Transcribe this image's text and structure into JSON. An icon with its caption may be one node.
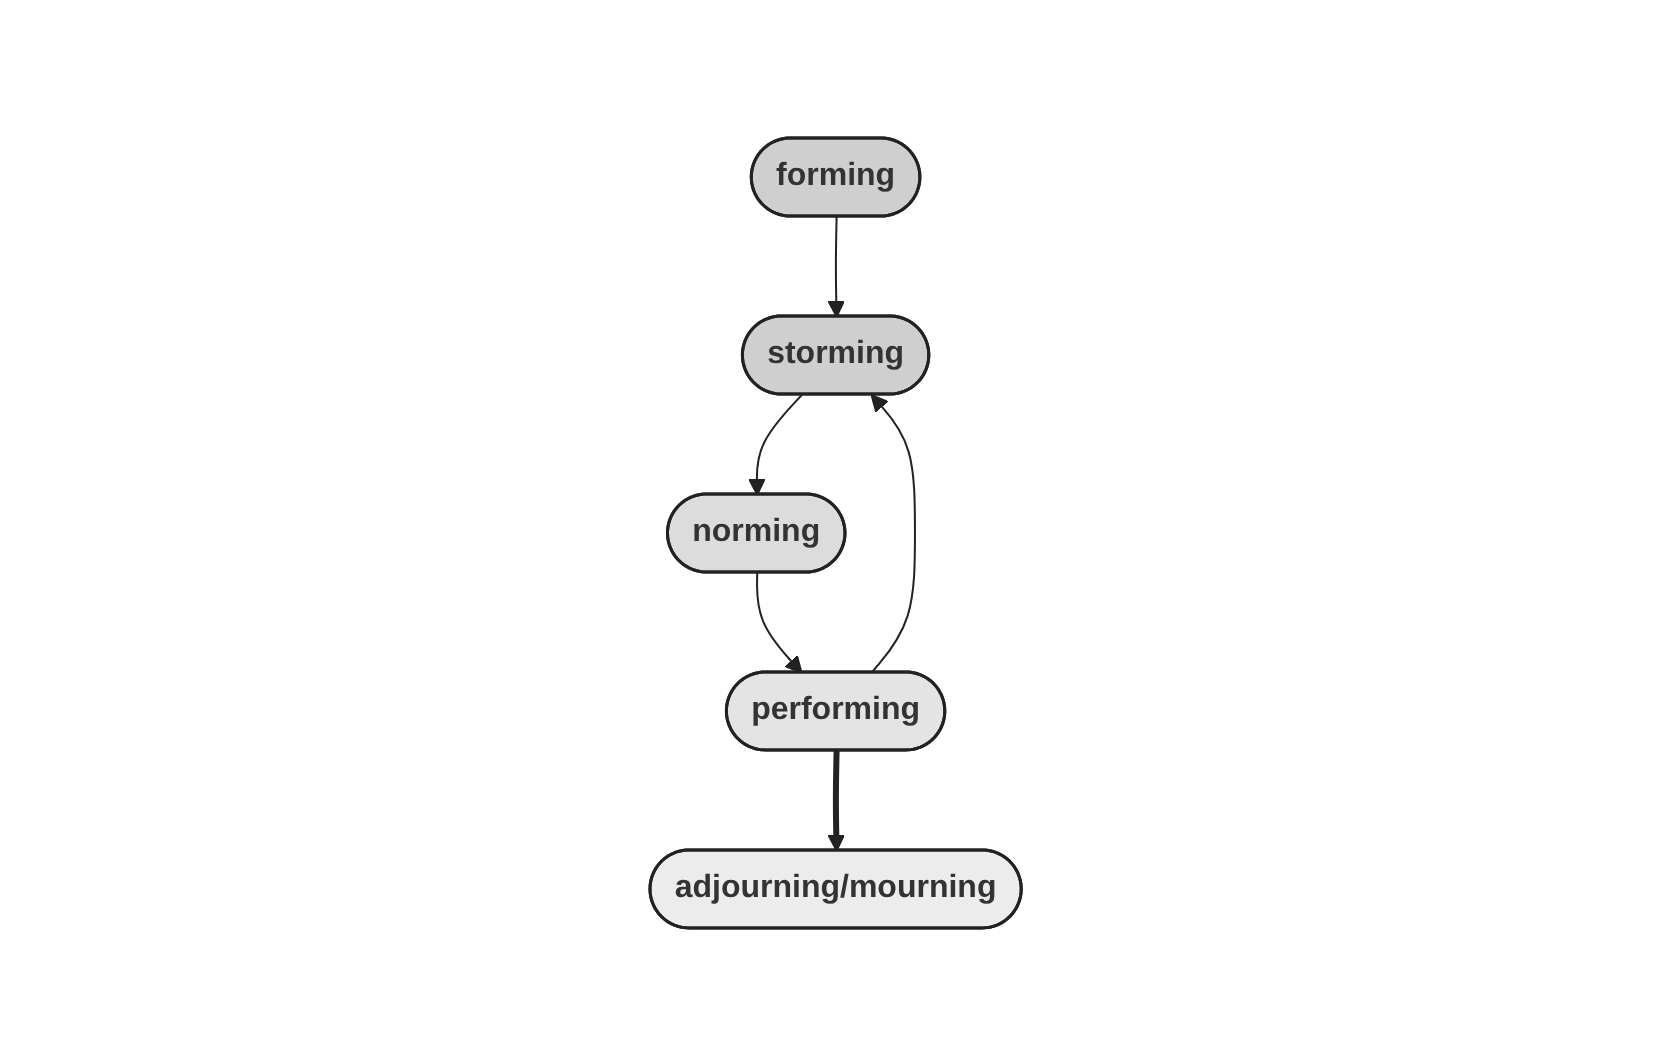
{
  "diagram": {
    "nodes": [
      {
        "text": [
          "forming"
        ]
      },
      {
        "text": [
          "performing"
        ]
      },
      {
        "text": [
          "storming"
        ]
      },
      {
        "text": [
          "norming"
        ]
      },
      {
        "text": [
          "adjourning/mourning"
        ]
      }
    ],
    "edges": [
      {
        "from": 0,
        "to": 2,
        "arrow": "to"
      },
      {
        "from": 1,
        "to": 2,
        "arrow": "to"
      },
      {
        "from": 2,
        "to": 3,
        "arrow": "to"
      },
      {
        "from": 3,
        "to": 1,
        "arrow": "to"
      },
      {
        "from": 1,
        "to": 4,
        "arrow": "to",
        "style": "thick"
      }
    ]
  }
}
